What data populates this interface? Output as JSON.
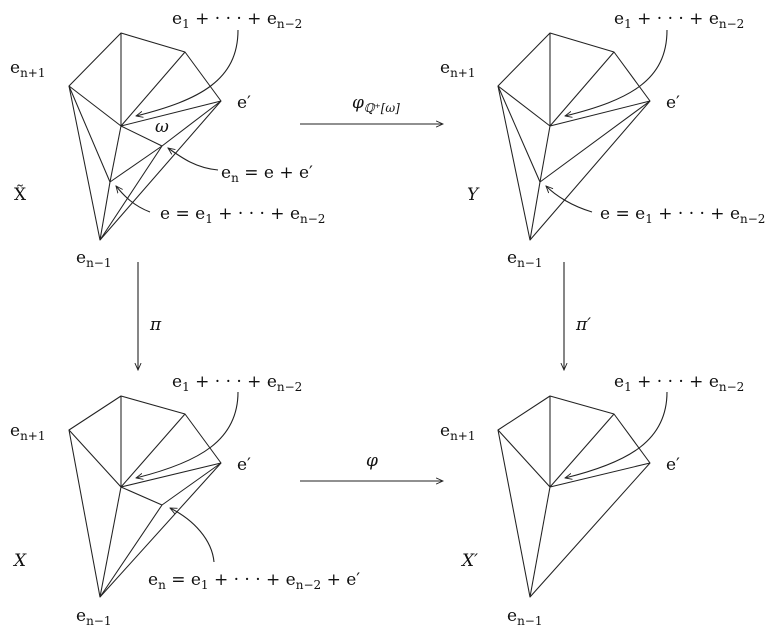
{
  "space_labels": {
    "x_tilde": "X̃",
    "y": "Y",
    "x": "X",
    "x_prime": "X′"
  },
  "vertex_labels": {
    "e_n_plus_1": "e",
    "e_n_plus_1_sub": "n+1",
    "e_n_minus_1": "e",
    "e_n_minus_1_sub": "n−1",
    "e_prime": "e′",
    "omega": "ω"
  },
  "annotations": {
    "sum_prefix": "e",
    "sum_sub1": "1",
    "sum_mid": " + · · · + e",
    "sum_sub_n2": "n−2",
    "e_def_prefix": "e = e",
    "e_def_sub1": "1",
    "e_def_mid": " + · · · + e",
    "e_def_sub_n2": "n−2",
    "en_prefix": "e",
    "en_sub": "n",
    "en_rest_top": " = e + e′",
    "en_rest_bottom_a": " = e",
    "en_rest_bottom_sub1": "1",
    "en_rest_bottom_b": " + · · · + e",
    "en_rest_bottom_sub_n2": "n−2",
    "en_rest_bottom_c": " + e′"
  },
  "maps": {
    "top": "φ",
    "top_sub": "ℚ⁺[ω]",
    "bottom": "φ",
    "left": "π",
    "right": "π′"
  }
}
